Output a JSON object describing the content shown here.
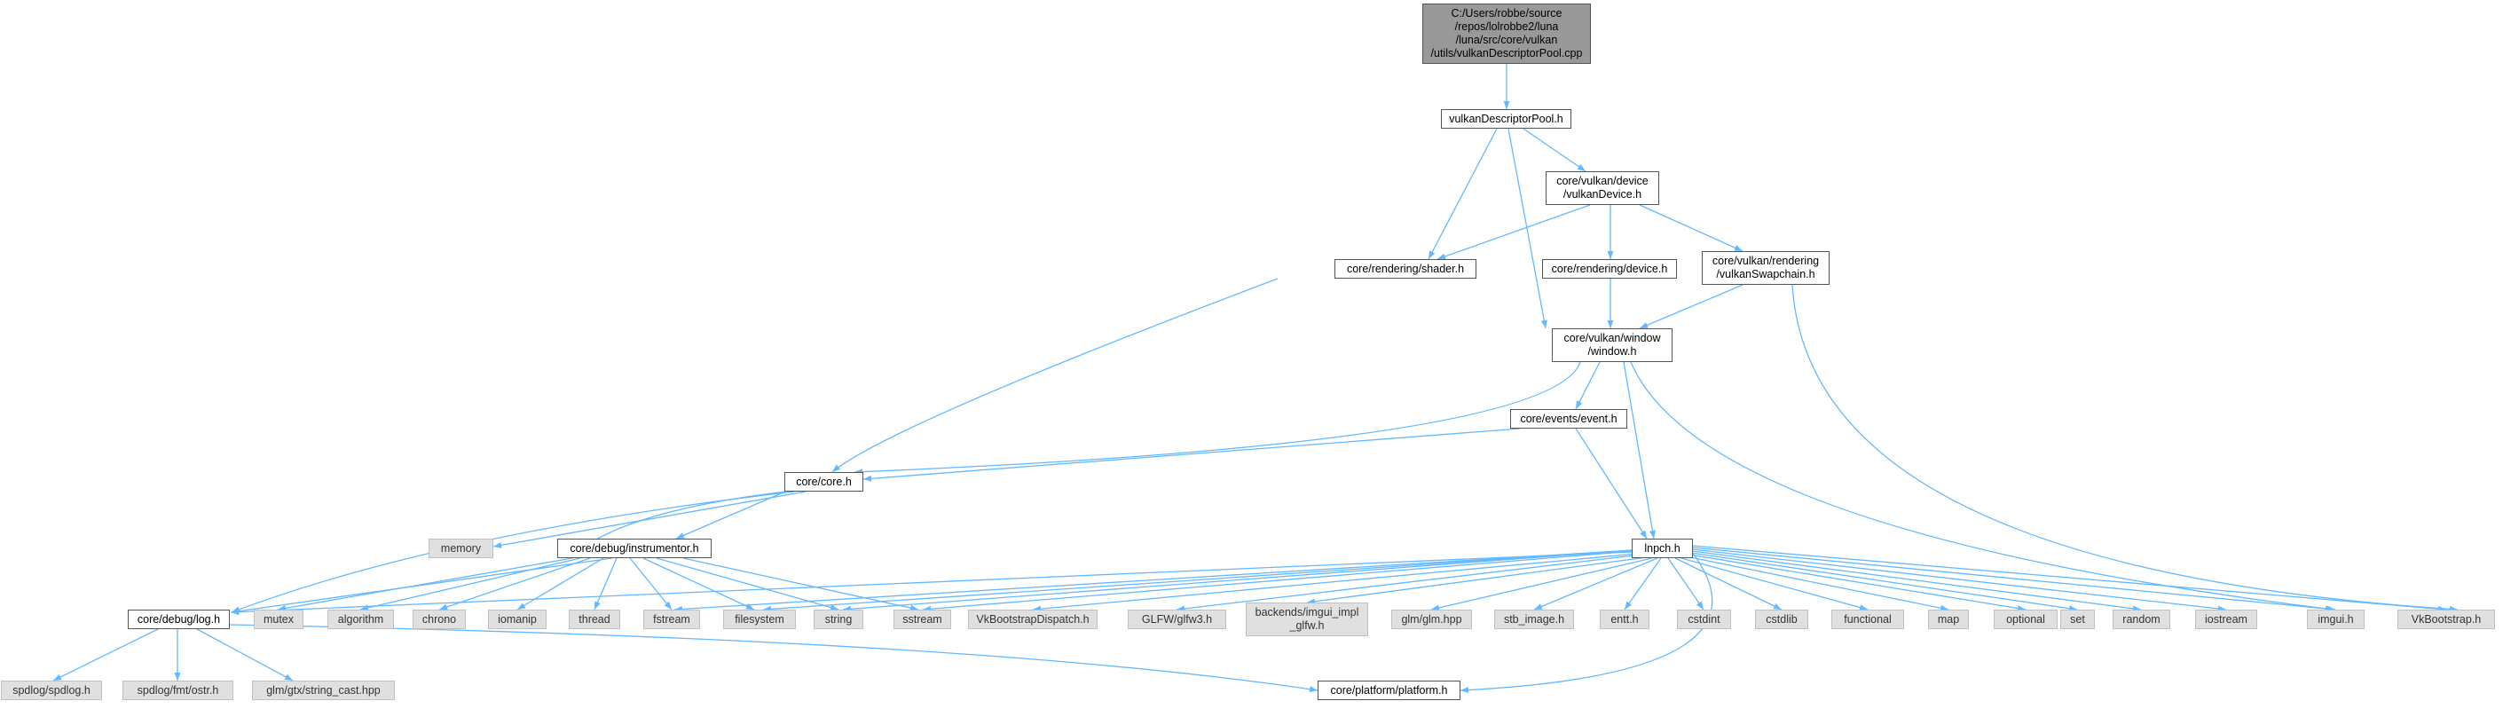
{
  "colors": {
    "edge": "#63b8ff",
    "root_fill": "#999999",
    "local_fill": "#ffffff",
    "system_fill": "#e0e0e0"
  },
  "nodes": {
    "root": "C:/Users/robbe/source\n/repos/lolrobbe2/luna\n/luna/src/core/vulkan\n/utils/vulkanDescriptorPool.cpp",
    "vulkanDescriptorPool": "vulkanDescriptorPool.h",
    "vulkanDevice": "core/vulkan/device\n/vulkanDevice.h",
    "shader": "core/rendering/shader.h",
    "renderingDevice": "core/rendering/device.h",
    "vulkanSwapchain": "core/vulkan/rendering\n/vulkanSwapchain.h",
    "window": "core/vulkan/window\n/window.h",
    "event": "core/events/event.h",
    "core": "core/core.h",
    "memory": "memory",
    "instrumentor": "core/debug/instrumentor.h",
    "lnpch": "lnpch.h",
    "log": "core/debug/log.h",
    "mutex": "mutex",
    "algorithm": "algorithm",
    "chrono": "chrono",
    "iomanip": "iomanip",
    "thread": "thread",
    "fstream": "fstream",
    "filesystem": "filesystem",
    "string": "string",
    "sstream": "sstream",
    "vkBootstrapDispatch": "VkBootstrapDispatch.h",
    "glfw3": "GLFW/glfw3.h",
    "imguiImplGlfw": "backends/imgui_impl\n_glfw.h",
    "glm": "glm/glm.hpp",
    "stbImage": "stb_image.h",
    "entt": "entt.h",
    "cstdint": "cstdint",
    "cstdlib": "cstdlib",
    "functional": "functional",
    "map": "map",
    "optional": "optional",
    "set": "set",
    "random": "random",
    "iostream": "iostream",
    "imgui": "imgui.h",
    "vkBootstrap": "VkBootstrap.h",
    "spdlog": "spdlog/spdlog.h",
    "ostr": "spdlog/fmt/ostr.h",
    "stringCast": "glm/gtx/string_cast.hpp",
    "platform": "core/platform/platform.h"
  }
}
